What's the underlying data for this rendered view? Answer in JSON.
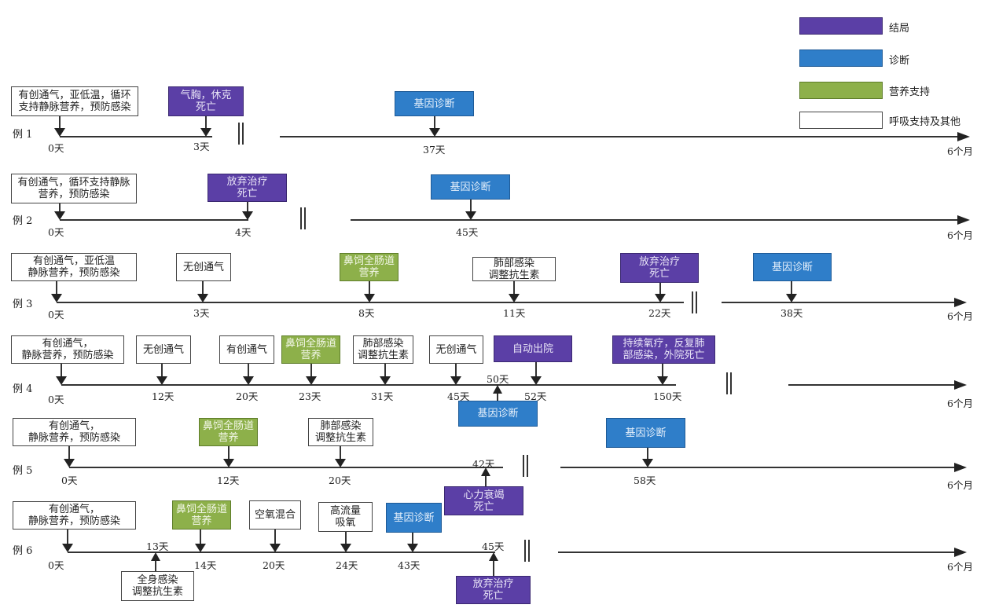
{
  "legend": [
    {
      "label": "结局",
      "category": "outcome",
      "color": "#5b3fa6"
    },
    {
      "label": "诊断",
      "category": "diagnosis",
      "color": "#2f7ec9"
    },
    {
      "label": "营养支持",
      "category": "nutrition",
      "color": "#8db04a"
    },
    {
      "label": "呼吸支持及其他",
      "category": "other",
      "color": "#ffffff"
    }
  ],
  "end_label": "6个月",
  "cases": [
    {
      "label": "例 1",
      "events": [
        {
          "text": "有创通气，亚低温，循环\n支持静脉营养，预防感染",
          "day": "0天",
          "type": "other"
        },
        {
          "text": "气胸，休克\n死亡",
          "day": "3天",
          "type": "outcome"
        },
        {
          "text": "基因诊断",
          "day": "37天",
          "type": "diagnosis"
        }
      ]
    },
    {
      "label": "例 2",
      "events": [
        {
          "text": "有创通气，循环支持静脉\n营养，预防感染",
          "day": "0天",
          "type": "other"
        },
        {
          "text": "放弃治疗\n死亡",
          "day": "4天",
          "type": "outcome"
        },
        {
          "text": "基因诊断",
          "day": "45天",
          "type": "diagnosis"
        }
      ]
    },
    {
      "label": "例 3",
      "events": [
        {
          "text": "有创通气，亚低温\n静脉营养，预防感染",
          "day": "0天",
          "type": "other"
        },
        {
          "text": "无创通气",
          "day": "3天",
          "type": "other"
        },
        {
          "text": "鼻饲全肠道\n营养",
          "day": "8天",
          "type": "nutrition"
        },
        {
          "text": "肺部感染\n调整抗生素",
          "day": "11天",
          "type": "other"
        },
        {
          "text": "放弃治疗\n死亡",
          "day": "22天",
          "type": "outcome"
        },
        {
          "text": "基因诊断",
          "day": "38天",
          "type": "diagnosis"
        }
      ]
    },
    {
      "label": "例 4",
      "events": [
        {
          "text": "有创通气，\n静脉营养，预防感染",
          "day": "0天",
          "type": "other"
        },
        {
          "text": "无创通气",
          "day": "12天",
          "type": "other"
        },
        {
          "text": "有创通气",
          "day": "20天",
          "type": "other"
        },
        {
          "text": "鼻饲全肠道\n营养",
          "day": "23天",
          "type": "nutrition"
        },
        {
          "text": "肺部感染\n调整抗生素",
          "day": "31天",
          "type": "other"
        },
        {
          "text": "无创通气",
          "day": "45天",
          "type": "other"
        },
        {
          "text": "基因诊断",
          "day": "50天",
          "type": "diagnosis"
        },
        {
          "text": "自动出院",
          "day": "52天",
          "type": "outcome"
        },
        {
          "text": "持续氧疗，反复肺\n部感染，外院死亡",
          "day": "150天",
          "type": "outcome"
        }
      ]
    },
    {
      "label": "例 5",
      "events": [
        {
          "text": "有创通气，\n静脉营养，预防感染",
          "day": "0天",
          "type": "other"
        },
        {
          "text": "鼻饲全肠道\n营养",
          "day": "12天",
          "type": "nutrition"
        },
        {
          "text": "肺部感染\n调整抗生素",
          "day": "20天",
          "type": "other"
        },
        {
          "text": "心力衰竭\n死亡",
          "day": "42天",
          "type": "outcome"
        },
        {
          "text": "基因诊断",
          "day": "58天",
          "type": "diagnosis"
        }
      ]
    },
    {
      "label": "例 6",
      "events": [
        {
          "text": "有创通气，\n静脉营养，预防感染",
          "day": "0天",
          "type": "other"
        },
        {
          "text": "全身感染\n调整抗生素",
          "day": "13天",
          "type": "other"
        },
        {
          "text": "鼻饲全肠道\n营养",
          "day": "14天",
          "type": "nutrition"
        },
        {
          "text": "空氧混合",
          "day": "20天",
          "type": "other"
        },
        {
          "text": "高流量\n吸氧",
          "day": "24天",
          "type": "other"
        },
        {
          "text": "基因诊断",
          "day": "43天",
          "type": "diagnosis"
        },
        {
          "text": "放弃治疗\n死亡",
          "day": "45天",
          "type": "outcome"
        }
      ]
    }
  ]
}
